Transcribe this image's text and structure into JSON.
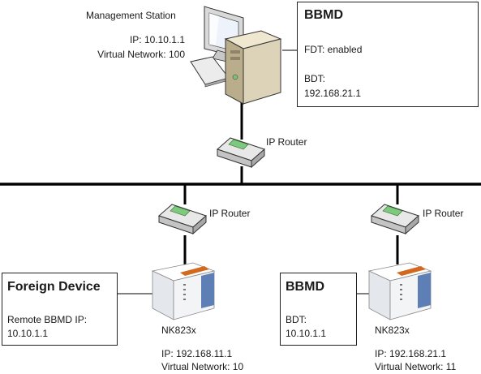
{
  "management_station": {
    "title": "Management Station",
    "ip": "IP: 10.10.1.1",
    "virtual_network": "Virtual Network: 100"
  },
  "bbmd_top": {
    "title": "BBMD",
    "fdt": "FDT: enabled",
    "bdt_label": "BDT:",
    "bdt_value": "192.168.21.1"
  },
  "router_top": {
    "label": "IP Router"
  },
  "router_left": {
    "label": "IP Router"
  },
  "router_right": {
    "label": "IP Router"
  },
  "foreign_device": {
    "title": "Foreign Device",
    "remote_label": "Remote BBMD IP:",
    "remote_value": "10.10.1.1"
  },
  "bbmd_bottom": {
    "title": "BBMD",
    "bdt_label": "BDT:",
    "bdt_value": "10.10.1.1"
  },
  "device_left": {
    "name": "NK823x",
    "ip": "IP: 192.168.11.1",
    "virtual_network": "Virtual Network: 10"
  },
  "device_right": {
    "name": "NK823x",
    "ip": "IP: 192.168.21.1",
    "virtual_network": "Virtual Network: 11"
  },
  "colors": {
    "line": "#000000",
    "router_body": "#e8e8e8",
    "router_accent": "#7fc97f",
    "pc_case": "#ddd3b8",
    "device_body": "#f2f4f6",
    "device_accent": "#d2691e"
  }
}
